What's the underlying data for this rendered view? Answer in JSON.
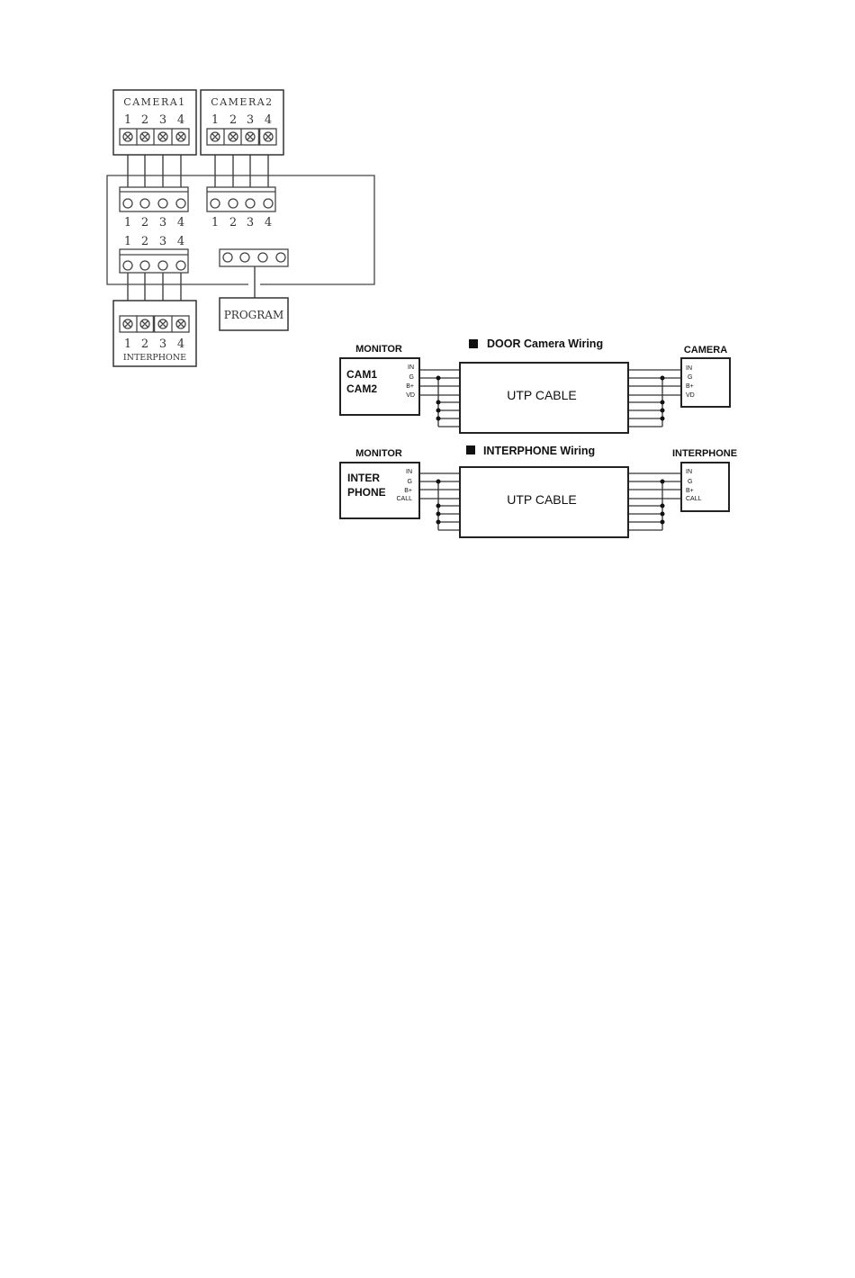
{
  "terminal_diagram": {
    "camera1_label": "CAMERA1",
    "camera2_label": "CAMERA2",
    "pin_numbers": [
      "1",
      "2",
      "3",
      "4"
    ],
    "program_label": "PROGRAM",
    "interphone_label": "INTERPHONE"
  },
  "door_wiring": {
    "title": "DOOR Camera Wiring",
    "monitor_label": "MONITOR",
    "monitor_lines": [
      "CAM1",
      "CAM2"
    ],
    "monitor_pins": [
      "IN",
      "G",
      "B+",
      "VD"
    ],
    "cable_label": "UTP  CABLE",
    "device_label": "CAMERA",
    "device_pins": [
      "IN",
      "G",
      "B+",
      "VD"
    ]
  },
  "interphone_wiring": {
    "title": "INTERPHONE  Wiring",
    "monitor_label": "MONITOR",
    "monitor_lines": [
      "INTER",
      "PHONE"
    ],
    "monitor_pins": [
      "IN",
      "G",
      "B+",
      "CALL"
    ],
    "cable_label": "UTP  CABLE",
    "device_label": "INTERPHONE",
    "device_pins": [
      "IN",
      "G",
      "B+",
      "CALL"
    ]
  }
}
